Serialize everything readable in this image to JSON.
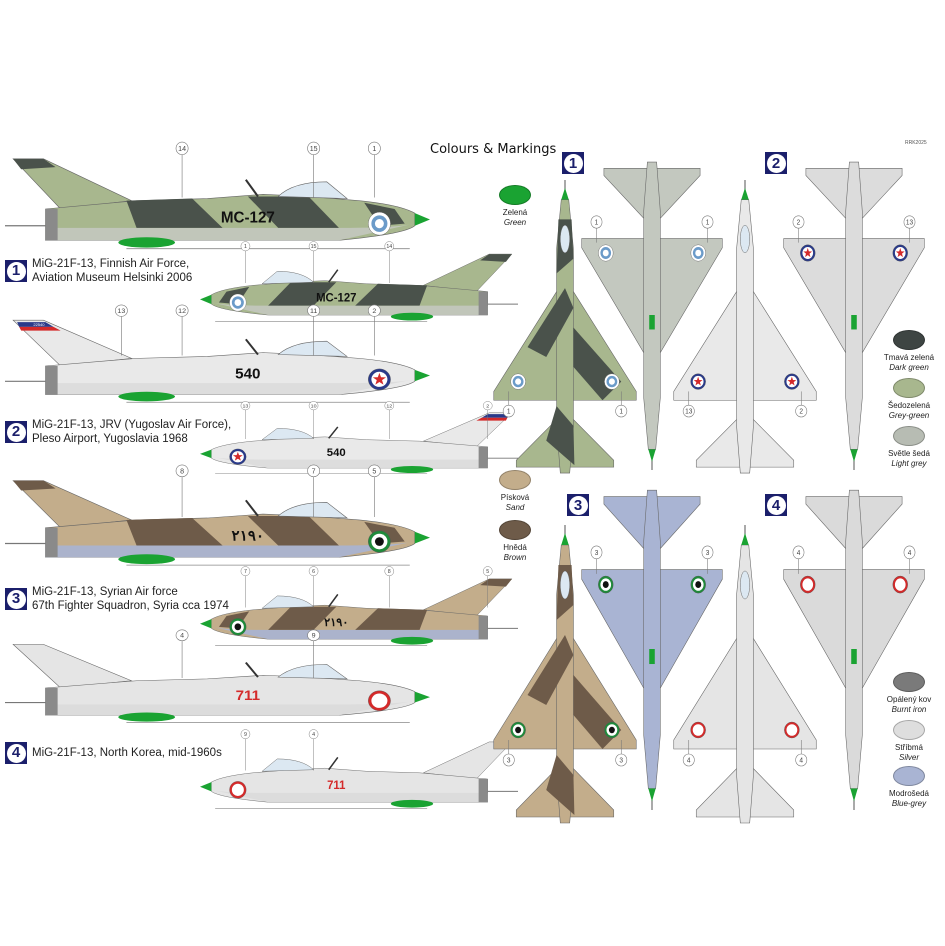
{
  "header": {
    "title": "Colours & Markings",
    "code": "RRK2025"
  },
  "schemes": [
    {
      "number": "1",
      "caption_line1": "MiG-21F-13, Finnish Air Force,",
      "caption_line2": "Aviation Museum Helsinki 2006",
      "serial": "MC-127",
      "serial_color": "#111111",
      "base": "#a8b78e",
      "camo": "#4a524b",
      "under": "#c3c8bf",
      "roundel": [
        "#ffffff",
        "#6b9bc9",
        "#ffffff"
      ],
      "star": false,
      "callouts_main": [
        "14",
        "15",
        "1"
      ],
      "callouts_mirror": [
        "1",
        "15",
        "14"
      ],
      "callouts_top": [
        "1",
        "1"
      ],
      "callouts_bottom": [
        "1",
        "1"
      ]
    },
    {
      "number": "2",
      "caption_line1": "MiG-21F-13, JRV (Yugoslav Air Force),",
      "caption_line2": "Pleso Airport, Yugoslavia 1968",
      "serial": "540",
      "serial_color": "#111111",
      "fin_code": "22540",
      "base": "#e9e9e9",
      "camo": null,
      "under": "#dcdcdc",
      "roundel": [
        "#2a3a8a",
        "#ffffff",
        "#d42a2a"
      ],
      "star": true,
      "callouts_main": [
        "12",
        "11",
        "2",
        "13"
      ],
      "callouts_mirror": [
        "13",
        "10",
        "12",
        "2"
      ],
      "callouts_top": [
        "13",
        "2"
      ],
      "callouts_bottom": [
        "2",
        "13"
      ]
    },
    {
      "number": "3",
      "caption_line1": "MiG-21F-13, Syrian Air force",
      "caption_line2": "67th Fighter Squadron, Syria cca 1974",
      "serial": "٢١٩٠",
      "serial_color": "#111111",
      "base": "#c3ad8b",
      "camo": "#6e5b49",
      "under": "#a9b4d3",
      "roundel": [
        "#1f8a3a",
        "#ffffff",
        "#111111"
      ],
      "star": false,
      "callouts_main": [
        "8",
        "7",
        "5"
      ],
      "callouts_mirror": [
        "7",
        "6",
        "8",
        "5"
      ],
      "callouts_top": [
        "3",
        "3"
      ],
      "callouts_bottom": [
        "3",
        "3"
      ]
    },
    {
      "number": "4",
      "caption_line1": "MiG-21F-13, North Korea, mid-1960s",
      "caption_line2": "",
      "serial": "711",
      "serial_color": "#d42a2a",
      "base": "#e5e5e5",
      "camo": null,
      "under": "#dadada",
      "roundel": [
        "#d42a2a",
        "#ffffff",
        "#ffffff"
      ],
      "star": true,
      "callouts_main": [
        "4",
        "9"
      ],
      "callouts_mirror": [
        "9",
        "4"
      ],
      "callouts_top": [
        "4",
        "4"
      ],
      "callouts_bottom": [
        "4",
        "4"
      ]
    }
  ],
  "swatches": [
    {
      "czech": "Zelená",
      "english": "Green",
      "color": "#1aa332"
    },
    {
      "czech": "Písková",
      "english": "Sand",
      "color": "#c3ad8b"
    },
    {
      "czech": "Hnědá",
      "english": "Brown",
      "color": "#6e5b49"
    },
    {
      "czech": "Tmavá zelená",
      "english": "Dark green",
      "color": "#3e4543"
    },
    {
      "czech": "Šedozelená",
      "english": "Grey-green",
      "color": "#a8b78e"
    },
    {
      "czech": "Světle šedá",
      "english": "Light grey",
      "color": "#b7bcb3"
    },
    {
      "czech": "Opálený kov",
      "english": "Burnt iron",
      "color": "#7a7a7a"
    },
    {
      "czech": "Stříbmá",
      "english": "Silver",
      "color": "#dedede"
    },
    {
      "czech": "Modrošedá",
      "english": "Blue-grey",
      "color": "#a9b4d3"
    }
  ]
}
